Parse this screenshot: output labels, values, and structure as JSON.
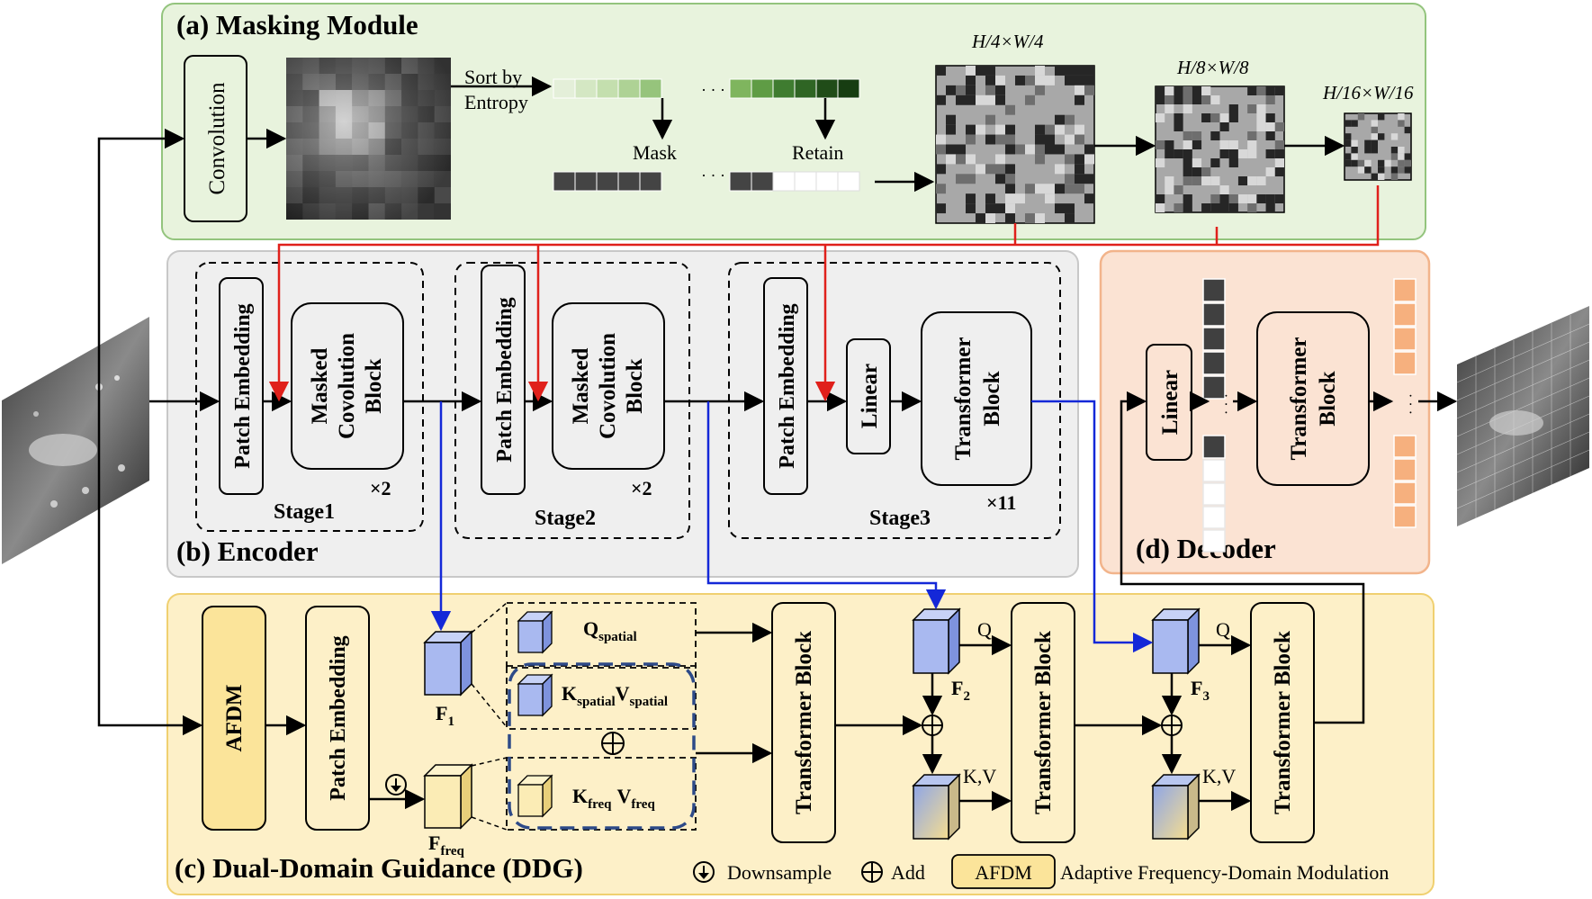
{
  "masking": {
    "title": "(a) Masking Module",
    "convolution": "Convolution",
    "sort_line1": "Sort by",
    "sort_line2": "Entropy",
    "mask_label": "Mask",
    "retain_label": "Retain",
    "dots": "· · ·",
    "size1": "H/4×W/4",
    "size2": "H/8×W/8",
    "size3": "H/16×W/16",
    "colors": {
      "panel_fill": "#e8f3dd",
      "panel_stroke": "#93c47d",
      "arrow_red": "#e0201b"
    }
  },
  "encoder": {
    "title": "(b) Encoder",
    "patch_embedding": "Patch Embedding",
    "masked_conv_line1": "Masked",
    "masked_conv_line2": "Covolution",
    "masked_conv_line3": "Block",
    "linear": "Linear",
    "transformer_line1": "Transformer",
    "transformer_line2": "Block",
    "stage1": "Stage1",
    "stage2": "Stage2",
    "stage3": "Stage3",
    "rep1": "×2",
    "rep2": "×2",
    "rep3": "×11",
    "colors": {
      "panel_fill": "#efefef",
      "panel_stroke": "#c8c8c8",
      "arrow_blue": "#1428d8"
    }
  },
  "decoder": {
    "title": "(d) Decoder",
    "linear": "Linear",
    "transformer_line1": "Transformer",
    "transformer_line2": "Block",
    "colors": {
      "panel_fill": "#fbe3d3",
      "panel_stroke": "#f2b48b",
      "token_dark": "#404040",
      "token_orange": "#f6b07e"
    }
  },
  "ddg": {
    "title": "(c) Dual-Domain Guidance (DDG)",
    "afdm": "AFDM",
    "patch_embedding": "Patch Embedding",
    "transformer_block": "Transformer Block",
    "f1": "F",
    "f1_sub": "1",
    "f2": "F",
    "f2_sub": "2",
    "f3": "F",
    "f3_sub": "3",
    "ffreq": "F",
    "ffreq_sub": "freq",
    "q_spatial": "Q",
    "q_spatial_sub": "spatial",
    "k_spatial": "K",
    "k_spatial_sub": "spatial",
    "v_spatial": "V",
    "v_spatial_sub": "spatial",
    "k_freq": "K",
    "k_freq_sub": "freq",
    "v_freq": "V",
    "v_freq_sub": "freq",
    "q": "Q",
    "kv": "K,V",
    "colors": {
      "panel_fill": "#fdf0c8",
      "panel_stroke": "#f0d070",
      "afdm_fill": "#fbe49a",
      "cube_blue": "#a9b9f0",
      "cube_yellow": "#fbecb5"
    }
  },
  "legend": {
    "downsample": "Downsample",
    "add": "Add",
    "afdm": "AFDM",
    "afdm_desc": "Adaptive Frequency-Domain Modulation"
  }
}
